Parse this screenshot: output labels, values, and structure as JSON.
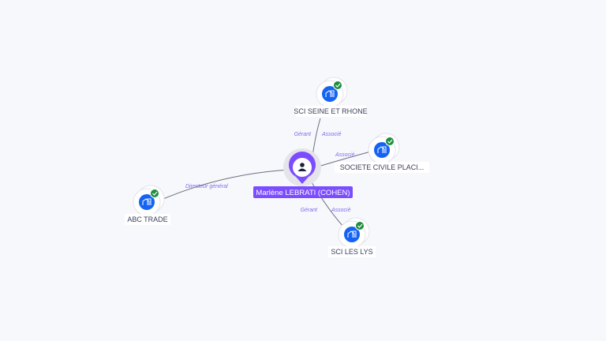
{
  "colors": {
    "accent": "#7c4dff",
    "company": "#1463f3",
    "check": "#1e8e3e",
    "edge_label": "#7b6cf0"
  },
  "person": {
    "name": "Marlène LEBRATI (COHEN)",
    "icon": "person-icon"
  },
  "companies": [
    {
      "name": "SCI SEINE ET RHONE",
      "roles": [
        "Gérant",
        "Associé"
      ],
      "verified": true
    },
    {
      "name": "SOCIETE CIVILE PLACI...",
      "roles": [
        "Associé"
      ],
      "verified": true
    },
    {
      "name": "ABC TRADE",
      "roles": [
        "Directeur général"
      ],
      "verified": true
    },
    {
      "name": "SCI LES LYS",
      "roles": [
        "Gérant",
        "Associé"
      ],
      "verified": true
    }
  ]
}
